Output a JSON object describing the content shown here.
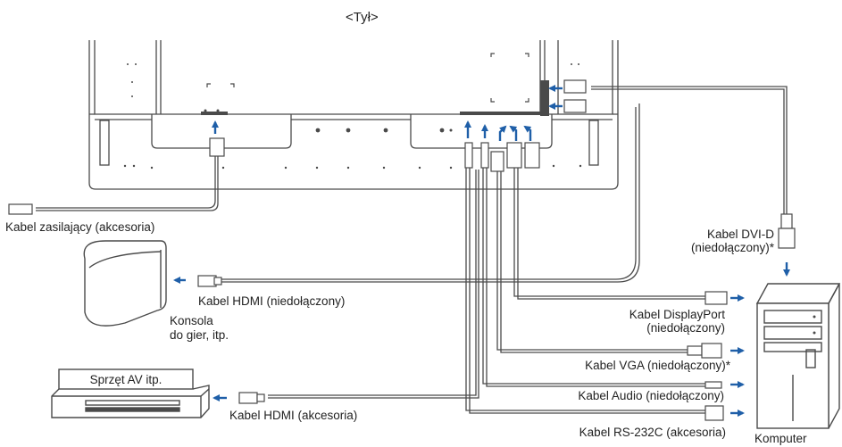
{
  "title": "<Tył>",
  "labels": {
    "power_cable": "Kabel zasilający (akcesoria)",
    "hdmi_console": "Kabel HDMI (niedołączony)",
    "console_line1": "Konsola",
    "console_line2": "do gier, itp.",
    "av_equipment": "Sprzęt AV itp.",
    "hdmi_av": "Kabel HDMI (akcesoria)",
    "dvi_line1": "Kabel DVI-D",
    "dvi_line2": "(niedołączony)*",
    "dp_line1": "Kabel DisplayPort",
    "dp_line2": "(niedołączony)",
    "vga": "Kabel VGA (niedołączony)*",
    "audio": "Kabel Audio (niedołączony)",
    "rs232c": "Kabel RS-232C (akcesoria)",
    "computer": "Komputer"
  },
  "colors": {
    "line": "#4a4a4a",
    "arrow": "#1f5fa8",
    "background": "#ffffff"
  }
}
